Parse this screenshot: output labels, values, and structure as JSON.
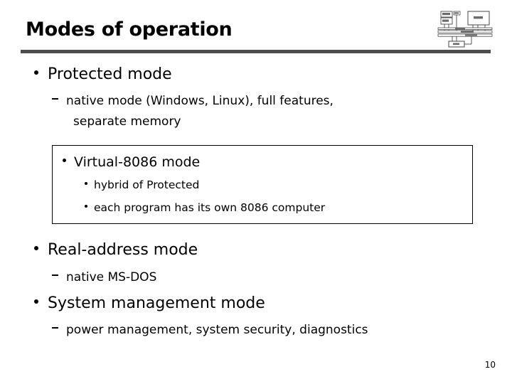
{
  "slide": {
    "title": "Modes of operation",
    "page_number": "10",
    "accent_rule_color": "#4d4d4d",
    "text_color": "#000000",
    "background_color": "#ffffff"
  },
  "thumbnail": {
    "name": "cpu-bus-block-diagram",
    "description": "small block diagram of CPU, cache, memory and system buses"
  },
  "content": {
    "items": [
      {
        "level": 1,
        "marker": "bullet-dot",
        "text": "Protected mode"
      },
      {
        "level": 2,
        "marker": "dash",
        "text": "native mode (Windows, Linux), full features,"
      },
      {
        "level": 2,
        "marker": "none",
        "text": "separate memory"
      }
    ],
    "boxed_group": {
      "heading": {
        "level": 1,
        "marker": "bullet-dot",
        "text": "Virtual-8086 mode"
      },
      "items": [
        {
          "level": 2,
          "marker": "bullet-dot",
          "text": "hybrid of Protected"
        },
        {
          "level": 2,
          "marker": "bullet-dot",
          "text": "each program has its own 8086 computer"
        }
      ]
    },
    "items_after": [
      {
        "level": 1,
        "marker": "bullet-dot",
        "text": "Real-address mode"
      },
      {
        "level": 2,
        "marker": "dash",
        "text": "native MS-DOS"
      },
      {
        "level": 1,
        "marker": "bullet-dot",
        "text": "System management mode"
      },
      {
        "level": 2,
        "marker": "dash",
        "text": "power management, system security, diagnostics"
      }
    ]
  }
}
